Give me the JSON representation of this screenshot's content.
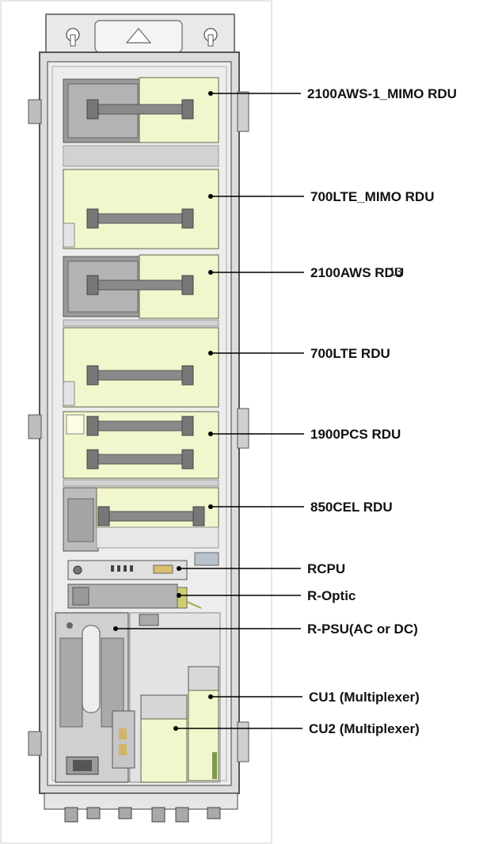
{
  "page_number": "13",
  "colors": {
    "module_fill": "#f2f6cc",
    "module_stroke": "#7a7a62",
    "chassis_fill": "#e6e6e6",
    "chassis_stroke": "#555555",
    "metal_fill": "#9b9b9b",
    "metal_dark": "#6e6e6e",
    "leader_line": "#000000",
    "label_text": "#111111"
  },
  "labels": [
    {
      "id": "2100aws-1-mimo-rdu",
      "text": "2100AWS-1_MIMO RDU"
    },
    {
      "id": "700lte-mimo-rdu",
      "text": "700LTE_MIMO RDU"
    },
    {
      "id": "2100aws-rdu",
      "text": "2100AWS RDU"
    },
    {
      "id": "700lte-rdu",
      "text": "700LTE RDU"
    },
    {
      "id": "1900pcs-rdu",
      "text": "1900PCS RDU"
    },
    {
      "id": "850cel-rdu",
      "text": "850CEL RDU"
    },
    {
      "id": "rcpu",
      "text": "RCPU"
    },
    {
      "id": "r-optic",
      "text": "R-Optic"
    },
    {
      "id": "r-psu",
      "text": "R-PSU(AC or DC)"
    },
    {
      "id": "cu1",
      "text": "CU1 (Multiplexer)"
    },
    {
      "id": "cu2",
      "text": "CU2 (Multiplexer)"
    }
  ]
}
